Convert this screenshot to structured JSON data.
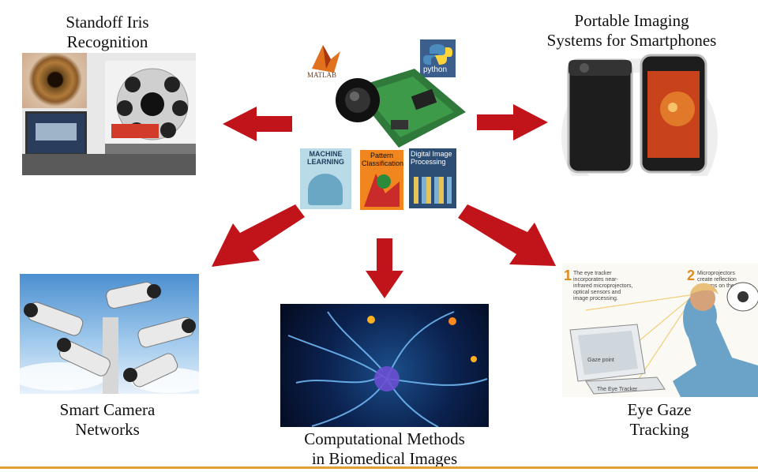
{
  "labels": {
    "iris": "Standoff Iris\nRecognition",
    "portable": "Portable Imaging\nSystems for Smartphones",
    "camera": "Smart Camera\nNetworks",
    "biomed": "Computational Methods\nin Biomedical Images",
    "gaze": "Eye Gaze\nTracking"
  },
  "hub": {
    "matlab_text": "MATLAB",
    "python_text": "python",
    "books": [
      {
        "title": "MACHINE\nLEARNING"
      },
      {
        "title": "Pattern\nClassification"
      },
      {
        "title": "Digital Image\nProcessing"
      }
    ]
  },
  "gaze_panel": {
    "step1_num": "1",
    "step1_text": "The eye tracker incorporates near-infrared microprojectors, optical sensors and image processing.",
    "step2_num": "2",
    "step2_text": "Microprojectors create reflection patterns on the eyes.",
    "gaze_point": "Gaze point",
    "eye_tracker": "The Eye Tracker"
  },
  "colors": {
    "arrow": "#c0141a",
    "rule": "#e0a030",
    "text": "#111111"
  },
  "icons": {
    "matlab": "matlab-logo-icon",
    "python": "python-logo-icon",
    "camera_board": "camera-board-icon"
  }
}
